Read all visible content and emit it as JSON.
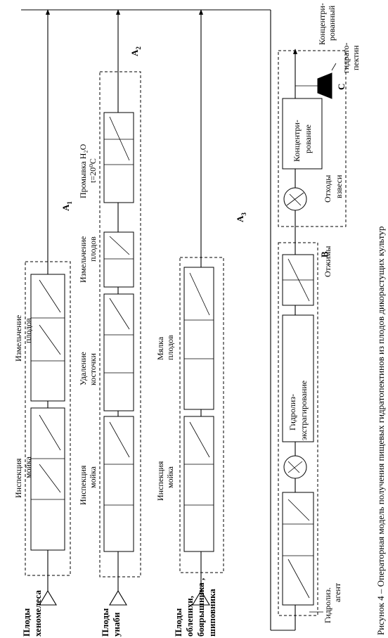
{
  "caption": "Рисунок 4 – Операторная модель получения пищевых гидратопектинов из плодов дикорастущих культур",
  "rows": [
    {
      "source_label": [
        "Плоды",
        "хеномелеса"
      ],
      "flow_label": "A",
      "flow_sub": "1",
      "ops": [
        [
          "Инспекция",
          "мойка"
        ],
        [
          "Измельчение",
          "плодов"
        ]
      ]
    },
    {
      "source_label": [
        "Плоды",
        "унаби"
      ],
      "flow_label": "A",
      "flow_sub": "2",
      "ops": [
        [
          "Инспекция",
          "мойка"
        ],
        [
          "Удаление",
          "косточки"
        ],
        [
          "Измельчение",
          "плодов"
        ],
        [
          "Промывка  H₂O",
          "t=20⁰C"
        ]
      ]
    },
    {
      "source_label": [
        "Плоды",
        "облепихи,",
        "боярышника ,",
        "шиповника"
      ],
      "flow_label": "A",
      "flow_sub": "3",
      "ops": [
        [
          "Инспекция",
          "мойка"
        ],
        [
          "Мялка",
          "плодов"
        ]
      ]
    }
  ],
  "process": {
    "agent_label": [
      "Гидролиз.",
      "агент"
    ],
    "hydrolysis_box": [
      "Гидролиз-",
      "экстрагирование"
    ],
    "press_waste": "Отжимы",
    "point_b": "B",
    "waste_label": [
      "Отходы",
      "взвеси"
    ],
    "concentration_box": [
      "Концентри-",
      "рование"
    ],
    "point_c": "C",
    "product_label": [
      "Концентри-",
      "рованный",
      "гидрато-",
      "пектин"
    ]
  }
}
